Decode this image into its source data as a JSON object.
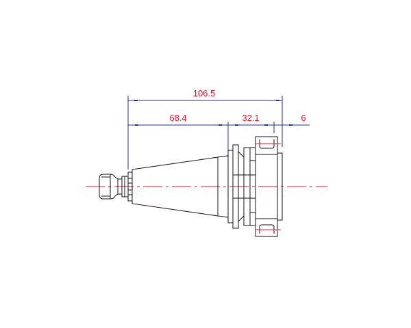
{
  "dimensions": {
    "overall": "106.5",
    "taper": "68.4",
    "flange": "32.1",
    "nut": "6"
  },
  "colors": {
    "dimension_line": "#1c2f8f",
    "dimension_text": "#e8132b",
    "outline": "#111111",
    "centerline": "#e8132b"
  }
}
